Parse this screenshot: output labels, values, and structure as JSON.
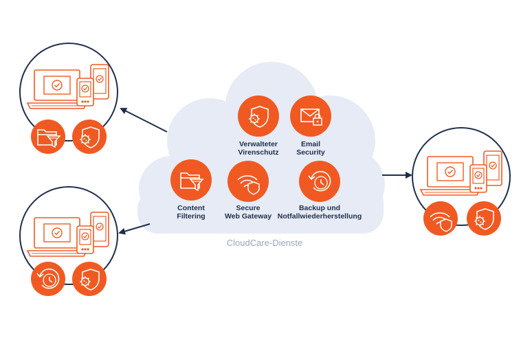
{
  "cloud": {
    "caption": "CloudCare-Dienste",
    "fill": "#e6ebf5"
  },
  "colors": {
    "accent": "#f05a22",
    "navy": "#1f2d4a"
  },
  "services": [
    {
      "id": "verwalteter-virenschutz",
      "line1": "Verwalteter",
      "line2": "Virenschutz",
      "icon": "virus-shield-icon"
    },
    {
      "id": "email-security",
      "line1": "Email",
      "line2": "Security",
      "icon": "email-lock-icon"
    },
    {
      "id": "content-filtering",
      "line1": "Content",
      "line2": "Filtering",
      "icon": "folder-filter-icon"
    },
    {
      "id": "secure-web-gateway",
      "line1": "Secure",
      "line2": "Web Gateway",
      "icon": "wifi-shield-icon"
    },
    {
      "id": "backup",
      "line1": "Backup und",
      "line2": "Notfallwiederherstellung",
      "icon": "backup-clock-icon"
    }
  ],
  "clients": [
    {
      "id": "client-top-left",
      "badges": [
        "folder-filter-icon",
        "virus-shield-icon"
      ]
    },
    {
      "id": "client-bottom-left",
      "badges": [
        "backup-clock-icon",
        "virus-shield-icon"
      ]
    },
    {
      "id": "client-right",
      "badges": [
        "wifi-shield-icon",
        "virus-shield-icon"
      ]
    }
  ]
}
